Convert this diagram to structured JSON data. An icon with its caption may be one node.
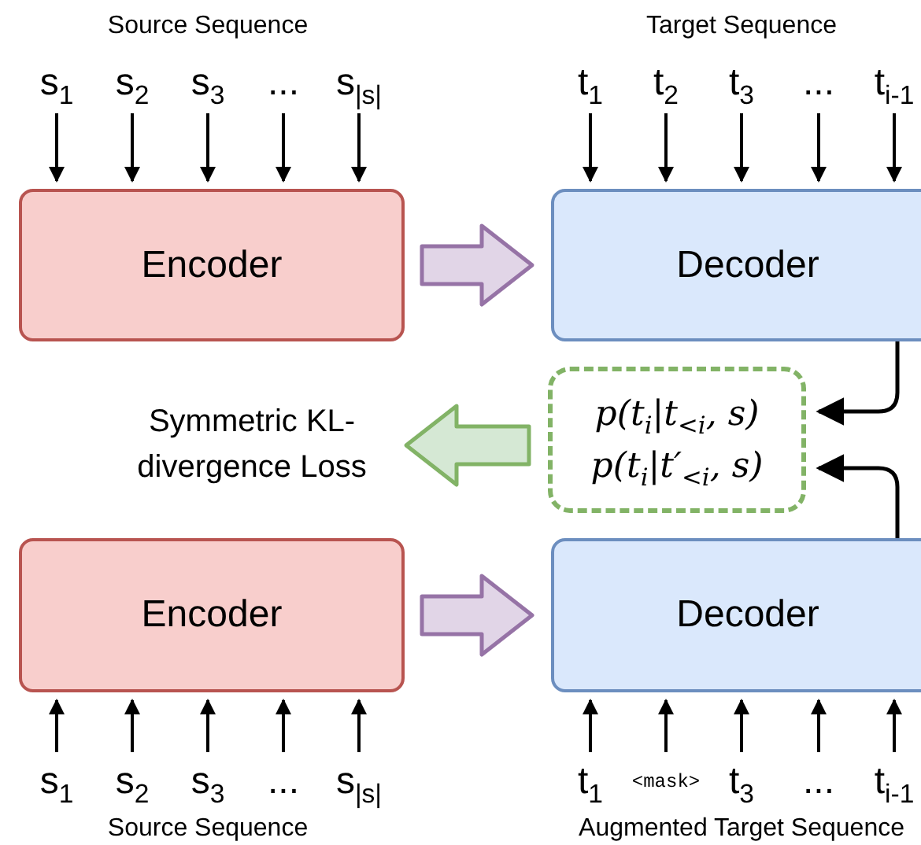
{
  "diagram": {
    "nodes": [
      {
        "text": [
          "Encoder"
        ]
      },
      {
        "text": [
          "Decoder"
        ]
      },
      {
        "text": [
          "Encoder"
        ]
      },
      {
        "text": [
          "Decoder"
        ]
      },
      {
        "text": [
          "p(t$_{i}$|t$_{<i}$, s)",
          "p(t$_{i}$|t′$_{<i}$, s)"
        ]
      },
      {
        "text": [
          "Symmetric KL-divergence Loss"
        ]
      },
      {
        "text": [
          "s$_{1}$"
        ]
      },
      {
        "text": [
          "s$_{2}$"
        ]
      },
      {
        "text": [
          "s$_{3}$"
        ]
      },
      {
        "text": [
          "..."
        ]
      },
      {
        "text": [
          "s$_{|s|}$"
        ]
      },
      {
        "text": [
          "t$_{1}$"
        ]
      },
      {
        "text": [
          "t$_{2}$"
        ]
      },
      {
        "text": [
          "t$_{3}$"
        ]
      },
      {
        "text": [
          "..."
        ]
      },
      {
        "text": [
          "t$_{i-1}$"
        ]
      },
      {
        "text": [
          "s$_{1}$"
        ]
      },
      {
        "text": [
          "s$_{2}$"
        ]
      },
      {
        "text": [
          "s$_{3}$"
        ]
      },
      {
        "text": [
          "..."
        ]
      },
      {
        "text": [
          "s$_{|s|}$"
        ]
      },
      {
        "text": [
          "t$_{1}$"
        ]
      },
      {
        "text": [
          "<mask>"
        ]
      },
      {
        "text": [
          "t$_{3}$"
        ]
      },
      {
        "text": [
          "..."
        ]
      },
      {
        "text": [
          "t$_{i-1}$"
        ]
      }
    ],
    "edges": [
      {
        "from": 0,
        "to": 1,
        "arrow": "to",
        "style": "thick",
        "color": "#9673a6"
      },
      {
        "from": 2,
        "to": 3,
        "arrow": "to",
        "style": "thick",
        "color": "#9673a6"
      },
      {
        "from": 4,
        "to": 5,
        "arrow": "to",
        "style": "thick",
        "color": "#82b366"
      },
      {
        "from": 1,
        "to": 4,
        "arrow": "to"
      },
      {
        "from": 3,
        "to": 4,
        "arrow": "to"
      },
      {
        "from": 6,
        "to": 0,
        "arrow": "to"
      },
      {
        "from": 7,
        "to": 0,
        "arrow": "to"
      },
      {
        "from": 8,
        "to": 0,
        "arrow": "to"
      },
      {
        "from": 9,
        "to": 0,
        "arrow": "to"
      },
      {
        "from": 10,
        "to": 0,
        "arrow": "to"
      },
      {
        "from": 11,
        "to": 1,
        "arrow": "to"
      },
      {
        "from": 12,
        "to": 1,
        "arrow": "to"
      },
      {
        "from": 13,
        "to": 1,
        "arrow": "to"
      },
      {
        "from": 14,
        "to": 1,
        "arrow": "to"
      },
      {
        "from": 15,
        "to": 1,
        "arrow": "to"
      },
      {
        "from": 16,
        "to": 2,
        "arrow": "to"
      },
      {
        "from": 17,
        "to": 2,
        "arrow": "to"
      },
      {
        "from": 18,
        "to": 2,
        "arrow": "to"
      },
      {
        "from": 19,
        "to": 2,
        "arrow": "to"
      },
      {
        "from": 20,
        "to": 2,
        "arrow": "to"
      },
      {
        "from": 21,
        "to": 3,
        "arrow": "to"
      },
      {
        "from": 22,
        "to": 3,
        "arrow": "to"
      },
      {
        "from": 23,
        "to": 3,
        "arrow": "to"
      },
      {
        "from": 24,
        "to": 3,
        "arrow": "to"
      },
      {
        "from": 25,
        "to": 3,
        "arrow": "to"
      }
    ],
    "labels": [
      "Source Sequence",
      "Target Sequence",
      "Source Sequence",
      "Augmented Target Sequence"
    ]
  }
}
